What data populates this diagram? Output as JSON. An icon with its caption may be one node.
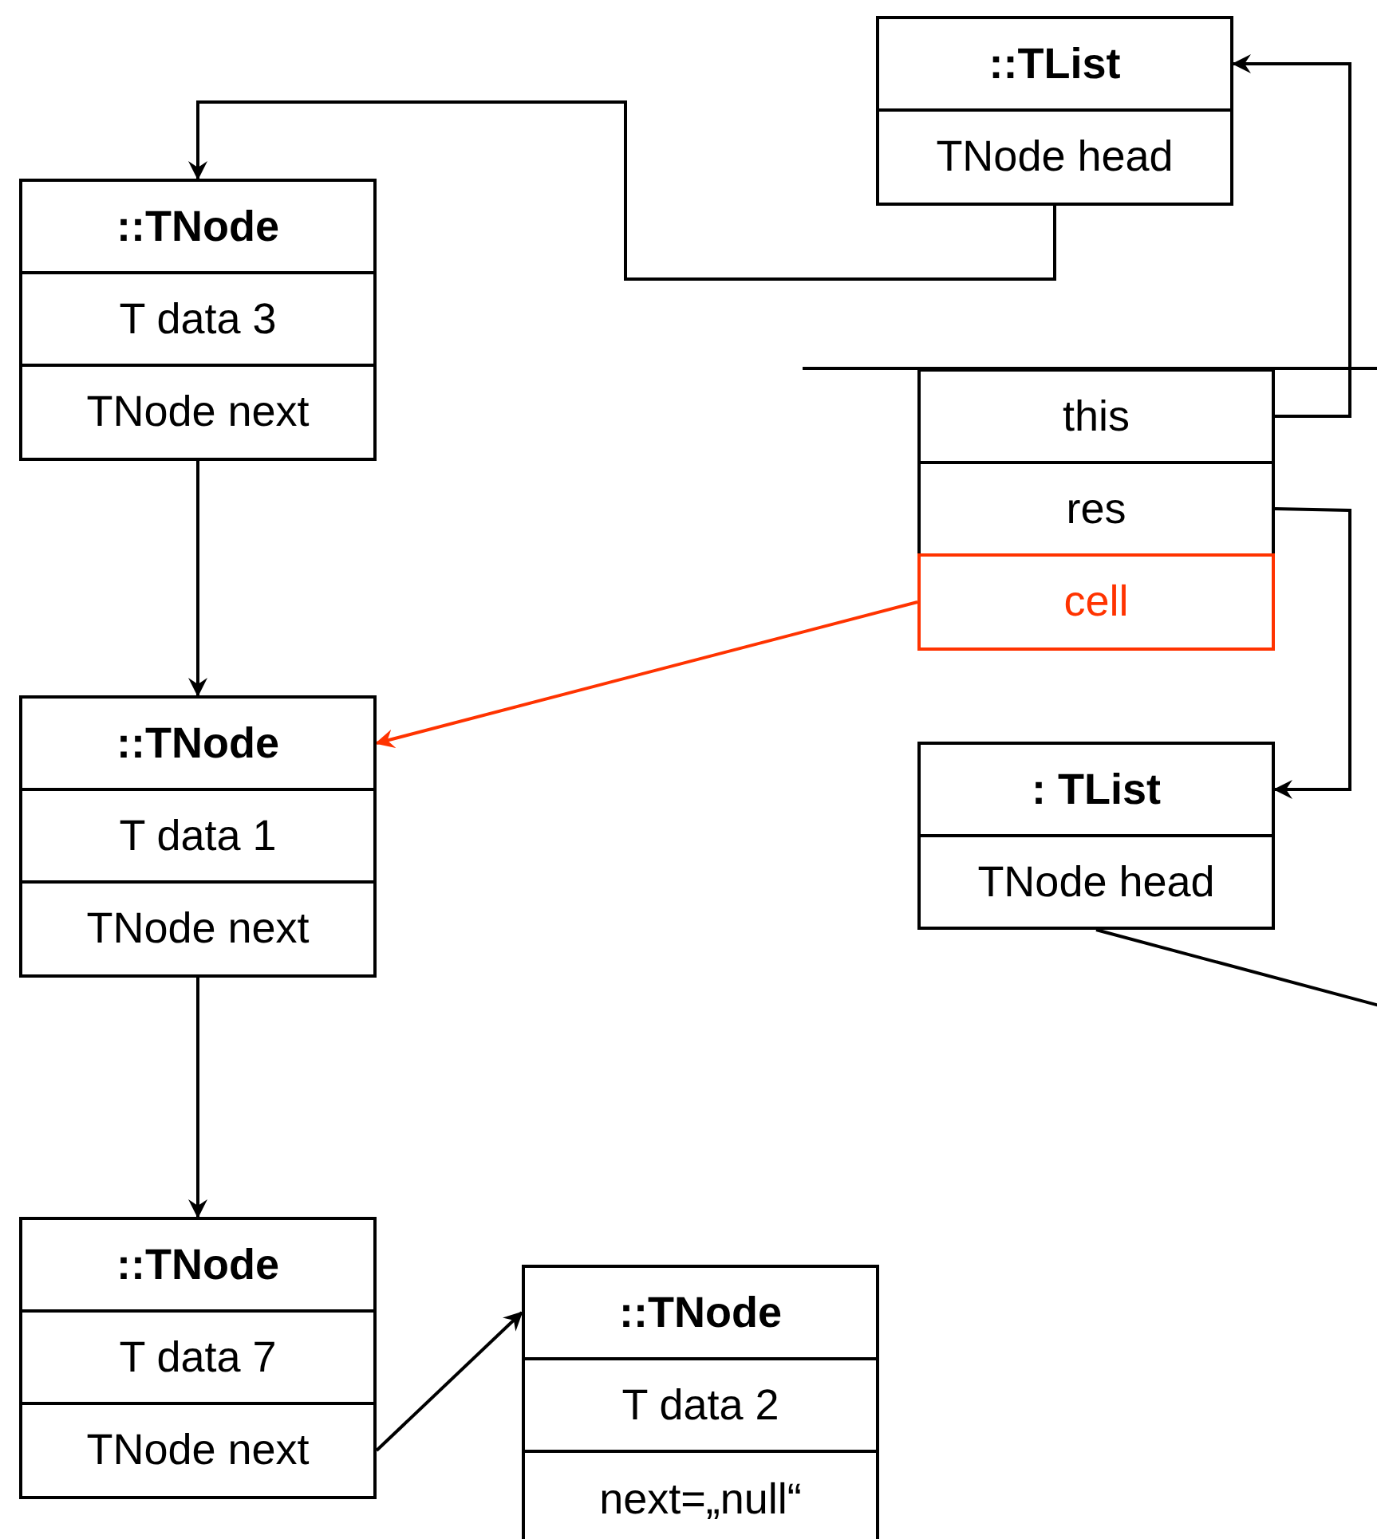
{
  "diagram": {
    "nodes": [
      {
        "text": [
          "::TList"
        ]
      },
      {
        "text": [
          "TNode head"
        ]
      },
      {
        "text": [
          "::TNode"
        ]
      },
      {
        "text": [
          "T data 3"
        ]
      },
      {
        "text": [
          "TNode next"
        ]
      },
      {
        "text": [
          "this"
        ]
      },
      {
        "text": [
          "res"
        ]
      },
      {
        "text": [
          "cell"
        ]
      },
      {
        "text": [
          "::TNode"
        ]
      },
      {
        "text": [
          "T data 1"
        ]
      },
      {
        "text": [
          "TNode next"
        ]
      },
      {
        "text": [
          ": TList"
        ]
      },
      {
        "text": [
          "TNode head"
        ]
      },
      {
        "text": [
          "::TNode"
        ]
      },
      {
        "text": [
          "T data 7"
        ]
      },
      {
        "text": [
          "TNode next"
        ]
      },
      {
        "text": [
          "::TNode"
        ]
      },
      {
        "text": [
          "T data 2"
        ]
      },
      {
        "text": [
          "next=„null“"
        ]
      }
    ],
    "edges": [
      {
        "from": 1,
        "to": 2,
        "arrow": "to"
      },
      {
        "from": 4,
        "to": 8,
        "arrow": "to"
      },
      {
        "from": 10,
        "to": 13,
        "arrow": "to"
      },
      {
        "from": 15,
        "to": 16,
        "arrow": "to"
      },
      {
        "from": 5,
        "to": 0,
        "arrow": "to"
      },
      {
        "from": 6,
        "to": 11,
        "arrow": "to"
      },
      {
        "from": 7,
        "to": 8,
        "arrow": "to",
        "color": "#ff3300"
      },
      {
        "from": 12,
        "to": null,
        "arrow": "none"
      }
    ]
  }
}
